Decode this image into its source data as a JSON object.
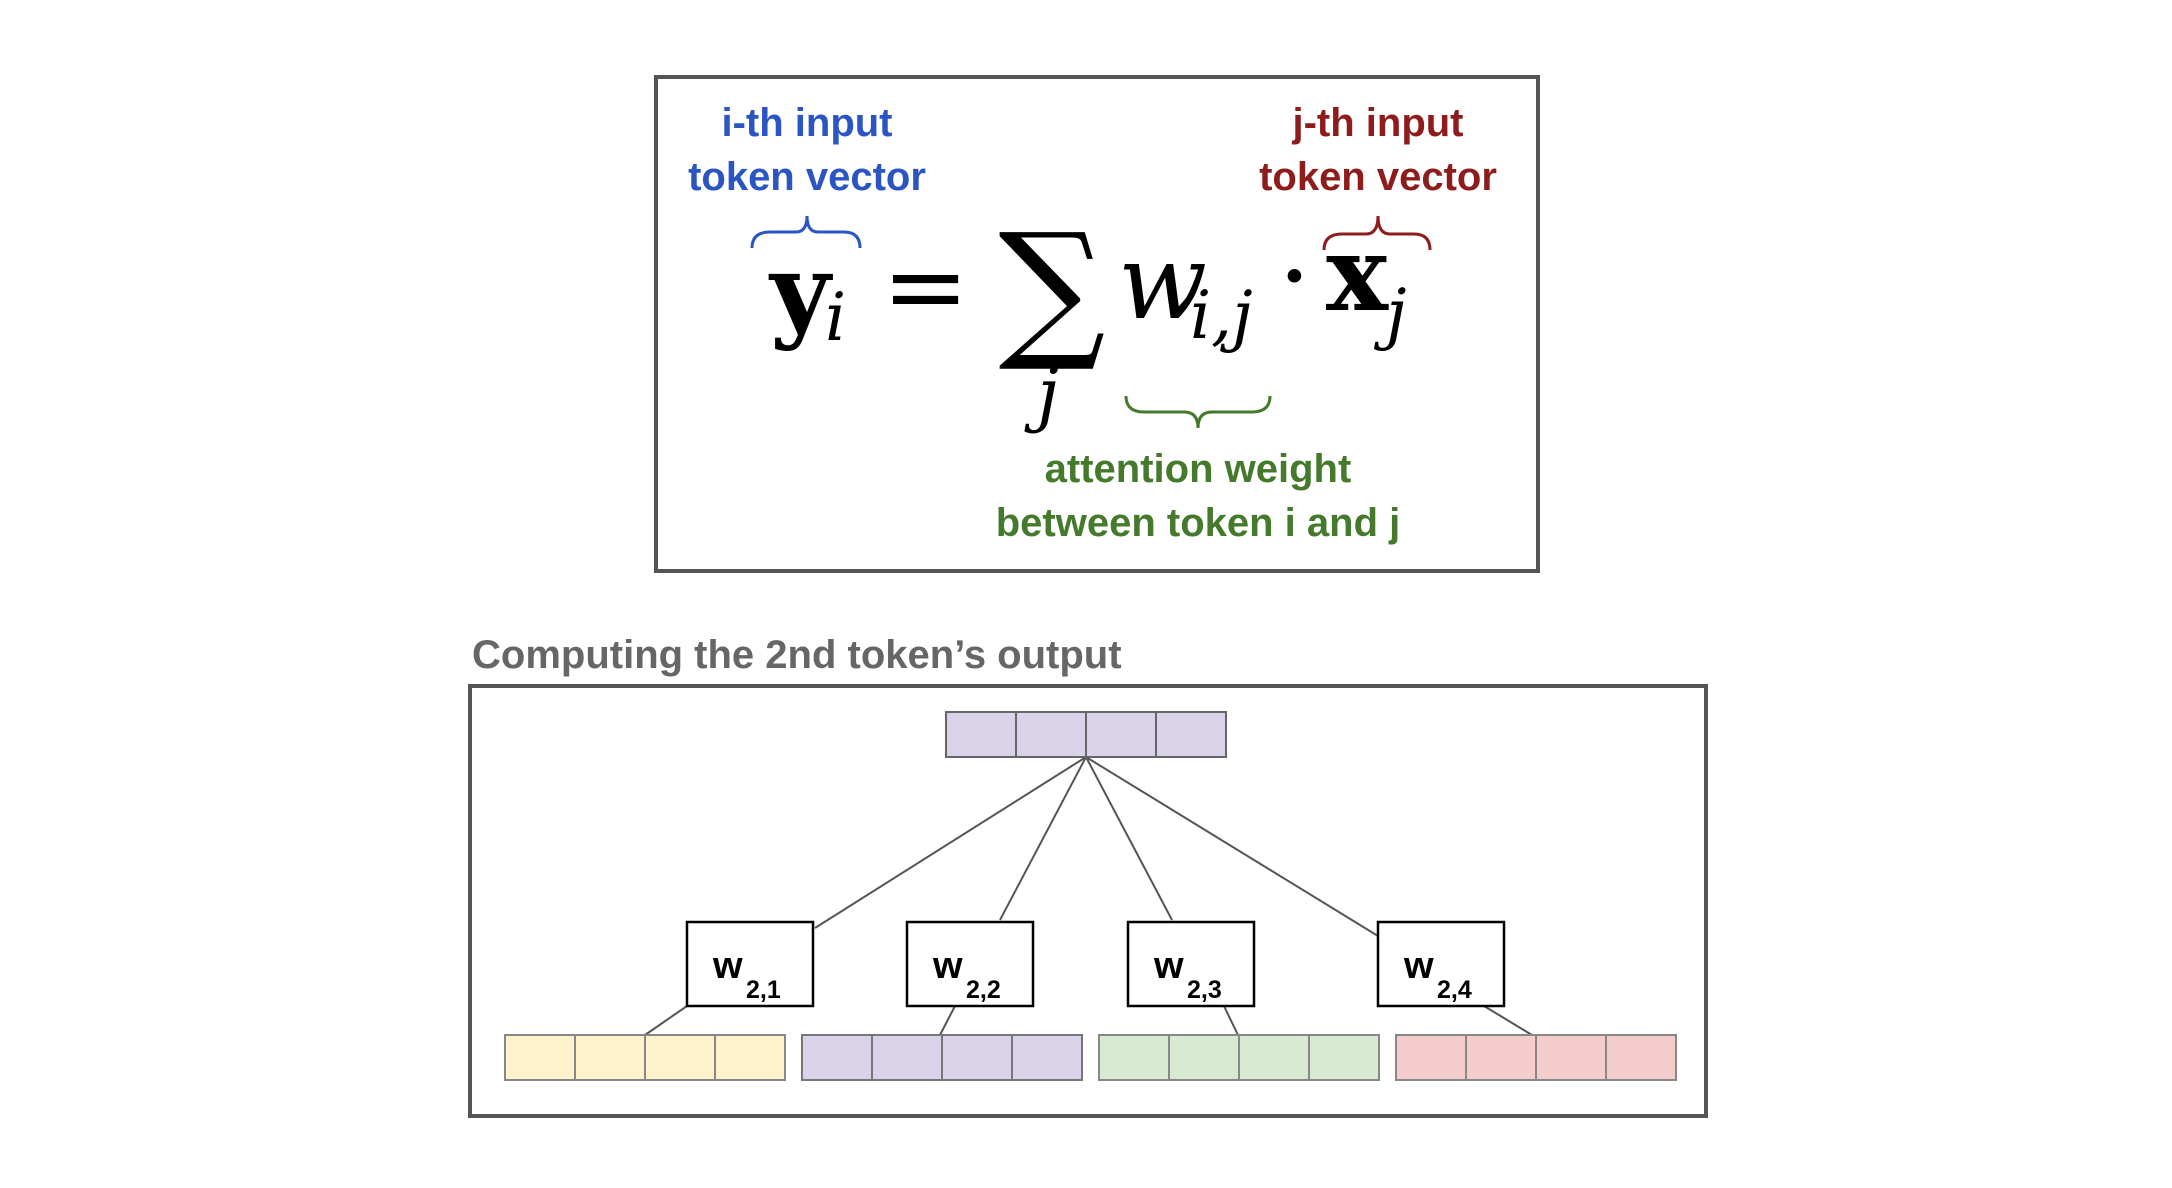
{
  "formula": {
    "lhs_symbol": "y",
    "lhs_subscript": "i",
    "equals": "=",
    "sigma": "∑",
    "sum_index": "j",
    "weight_symbol": "w",
    "weight_subscript": "i,j",
    "dot": "·",
    "rhs_symbol": "x",
    "rhs_subscript": "j"
  },
  "annotations": {
    "input_i_line1": "i-th input",
    "input_i_line2": "token vector",
    "input_j_line1": "j-th input",
    "input_j_line2": "token vector",
    "weight_line1": "attention weight",
    "weight_line2": "between token i and j"
  },
  "example": {
    "title": "Computing the 2nd token’s output",
    "weights": [
      {
        "symbol": "w",
        "subscript": "2,1"
      },
      {
        "symbol": "w",
        "subscript": "2,2"
      },
      {
        "symbol": "w",
        "subscript": "2,3"
      },
      {
        "symbol": "w",
        "subscript": "2,4"
      }
    ]
  },
  "colors": {
    "i_annotation": "#2a55c2",
    "j_annotation": "#8f1c1c",
    "weight_annotation": "#457a2c",
    "title_gray": "#666666",
    "frame": "#555555",
    "output_vector": "#d9d2e9",
    "input_1": "#fdf2cc",
    "input_2": "#d9d2e9",
    "input_3": "#d9ead3",
    "input_4": "#f4cccc"
  }
}
